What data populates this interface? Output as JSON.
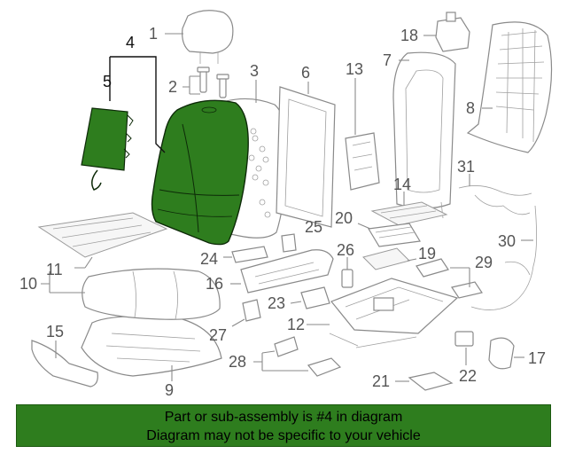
{
  "diagram": {
    "highlight_color": "#2e7d1e",
    "callouts": {
      "c1": "1",
      "c2": "2",
      "c3": "3",
      "c4": "4",
      "c5": "5",
      "c6": "6",
      "c7": "7",
      "c8": "8",
      "c9": "9",
      "c10": "10",
      "c11": "11",
      "c12": "12",
      "c13": "13",
      "c14": "14",
      "c15": "15",
      "c16": "16",
      "c17": "17",
      "c18": "18",
      "c19": "19",
      "c20": "20",
      "c21": "21",
      "c22": "22",
      "c23": "23",
      "c24": "24",
      "c25": "25",
      "c26": "26",
      "c27": "27",
      "c28": "28",
      "c29": "29",
      "c30": "30",
      "c31": "31"
    }
  },
  "banner": {
    "line1": "Part or sub-assembly is #4 in diagram",
    "line2": "Diagram may not be specific to your vehicle"
  }
}
